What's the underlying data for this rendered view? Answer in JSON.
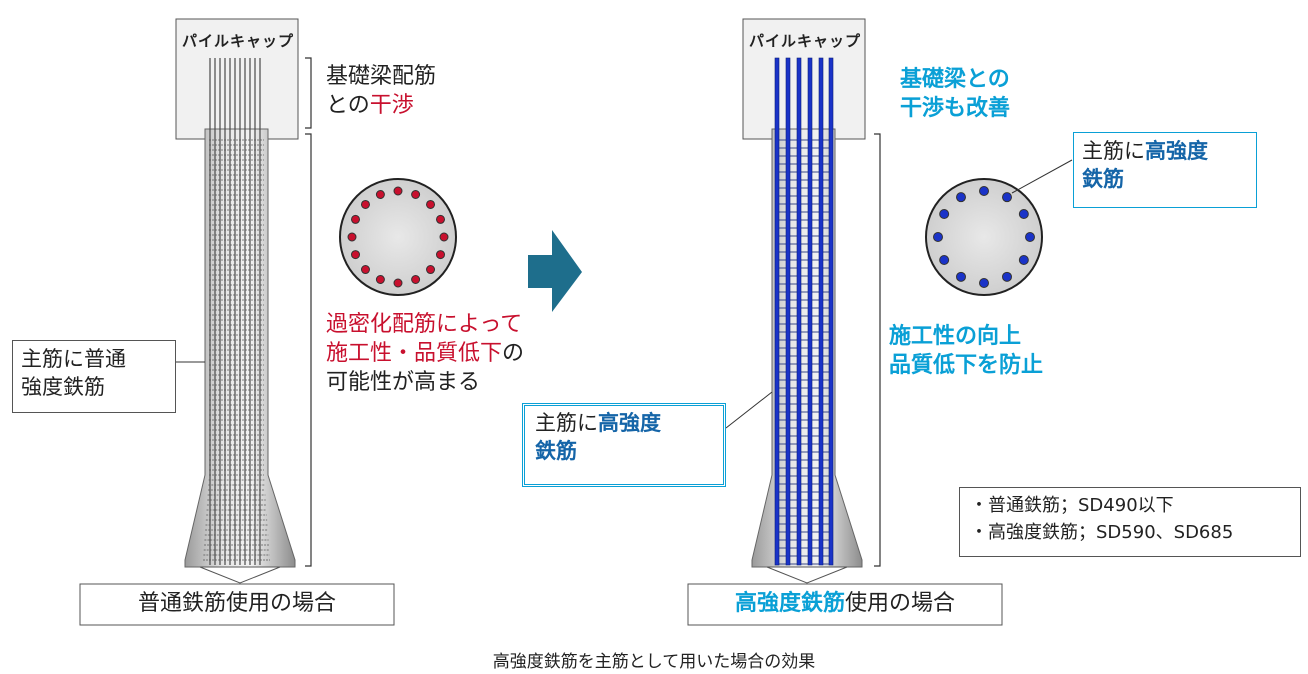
{
  "left": {
    "pile_cap_label": "パイルキャップ",
    "beam_interference": {
      "line1": "基礎梁配筋",
      "line2_prefix": "との",
      "line2_highlight": "干渉"
    },
    "congestion": {
      "line1": "過密化配筋によって",
      "line2_highlight": "施工性・品質低下",
      "line2_suffix": "の",
      "line3": "可能性が高まる"
    },
    "main_bar_label": {
      "line1": "主筋に普通",
      "line2": "強度鉄筋"
    },
    "case_label": "普通鉄筋使用の場合"
  },
  "right": {
    "pile_cap_label": "パイルキャップ",
    "beam_improve": {
      "line1": "基礎梁との",
      "line2": "干渉も改善"
    },
    "section_label": {
      "prefix": "主筋に",
      "highlight1": "高強度",
      "highlight2": "鉄筋"
    },
    "improve": {
      "line1": "施工性の向上",
      "line2": "品質低下を防止"
    },
    "main_bar_label": {
      "prefix": "主筋に",
      "highlight1": "高強度",
      "highlight2": "鉄筋"
    },
    "case_label_highlight": "高強度鉄筋",
    "case_label_suffix": "使用の場合"
  },
  "grades": {
    "line1": "・普通鉄筋；SD490以下",
    "line2": "・高強度鉄筋；SD590、SD685"
  },
  "figure_caption": "高強度鉄筋を主筋として用いた場合の効果",
  "colors": {
    "normal_bar": "#c8102e",
    "high_strength_bar": "#1a33c8",
    "arrow": "#1e6e8c",
    "highlight_cyan": "#0aa0d6",
    "highlight_blue": "#1565a8",
    "concrete": "#d9d9d9"
  }
}
